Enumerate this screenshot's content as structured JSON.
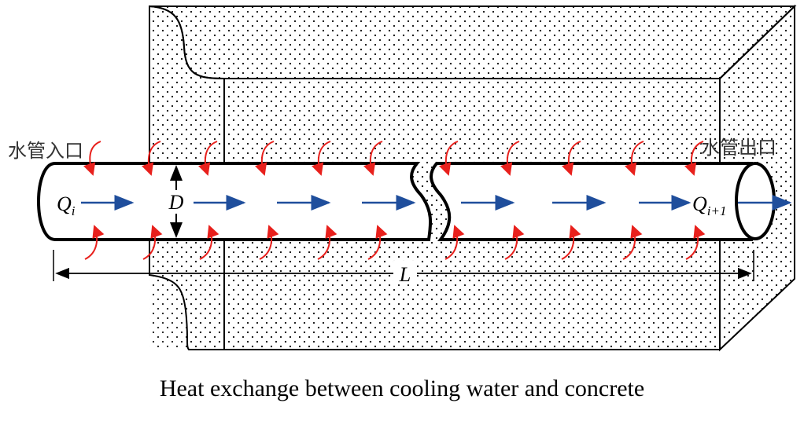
{
  "labels": {
    "inlet": "水管入口",
    "outlet": "水管出口",
    "flow_in": "Q",
    "flow_in_sub": "i",
    "flow_out": "Q",
    "flow_out_sub": "i+1",
    "diameter": "D",
    "length": "L"
  },
  "caption": "Heat exchange between cooling water and concrete",
  "colors": {
    "heat_arrow": "#e8201c",
    "flow_arrow": "#1f4e9c",
    "outline": "#000000",
    "concrete_dot": "#1a1a1a"
  },
  "icons": {
    "heat_flux": "curved-arrow-icon",
    "water_flow": "right-arrow-icon"
  }
}
